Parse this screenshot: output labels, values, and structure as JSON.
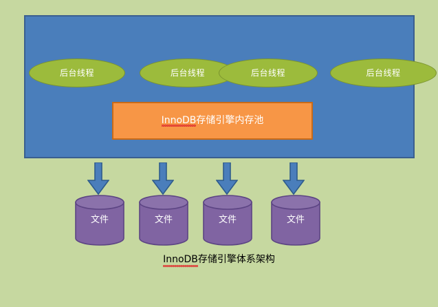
{
  "figure": {
    "caption_latin": "InnoDB",
    "caption_cjk": "存储引擎体系架构",
    "background_color": "#c6d8a0"
  },
  "engine_box": {
    "name": "InnoDB storage engine boundary",
    "fill_color": "#4a7ebb",
    "border_color": "#3a5f8f"
  },
  "threads": {
    "fill_color": "#9cbb3c",
    "border_color": "#7a9330",
    "text_color": "#ffffff",
    "items": [
      {
        "label": "后台线程"
      },
      {
        "label": "后台线程"
      },
      {
        "label": "后台线程"
      },
      {
        "label": "后台线程"
      }
    ]
  },
  "memory_pool": {
    "label_latin": "InnoDB",
    "label_cjk": "存储引擎内存池",
    "fill_color": "#f79646",
    "border_color": "#c86a18",
    "text_color": "#ffffff"
  },
  "arrows": {
    "fill_color": "#4a7ebb",
    "border_color": "#2e5b8c",
    "direction": "down",
    "count": 4
  },
  "files": {
    "fill_color": "#8064a2",
    "top_fill_color": "#8b72ab",
    "border_color": "#5c4483",
    "text_color": "#ffffff",
    "items": [
      {
        "label": "文件"
      },
      {
        "label": "文件"
      },
      {
        "label": "文件"
      },
      {
        "label": "文件"
      }
    ]
  }
}
